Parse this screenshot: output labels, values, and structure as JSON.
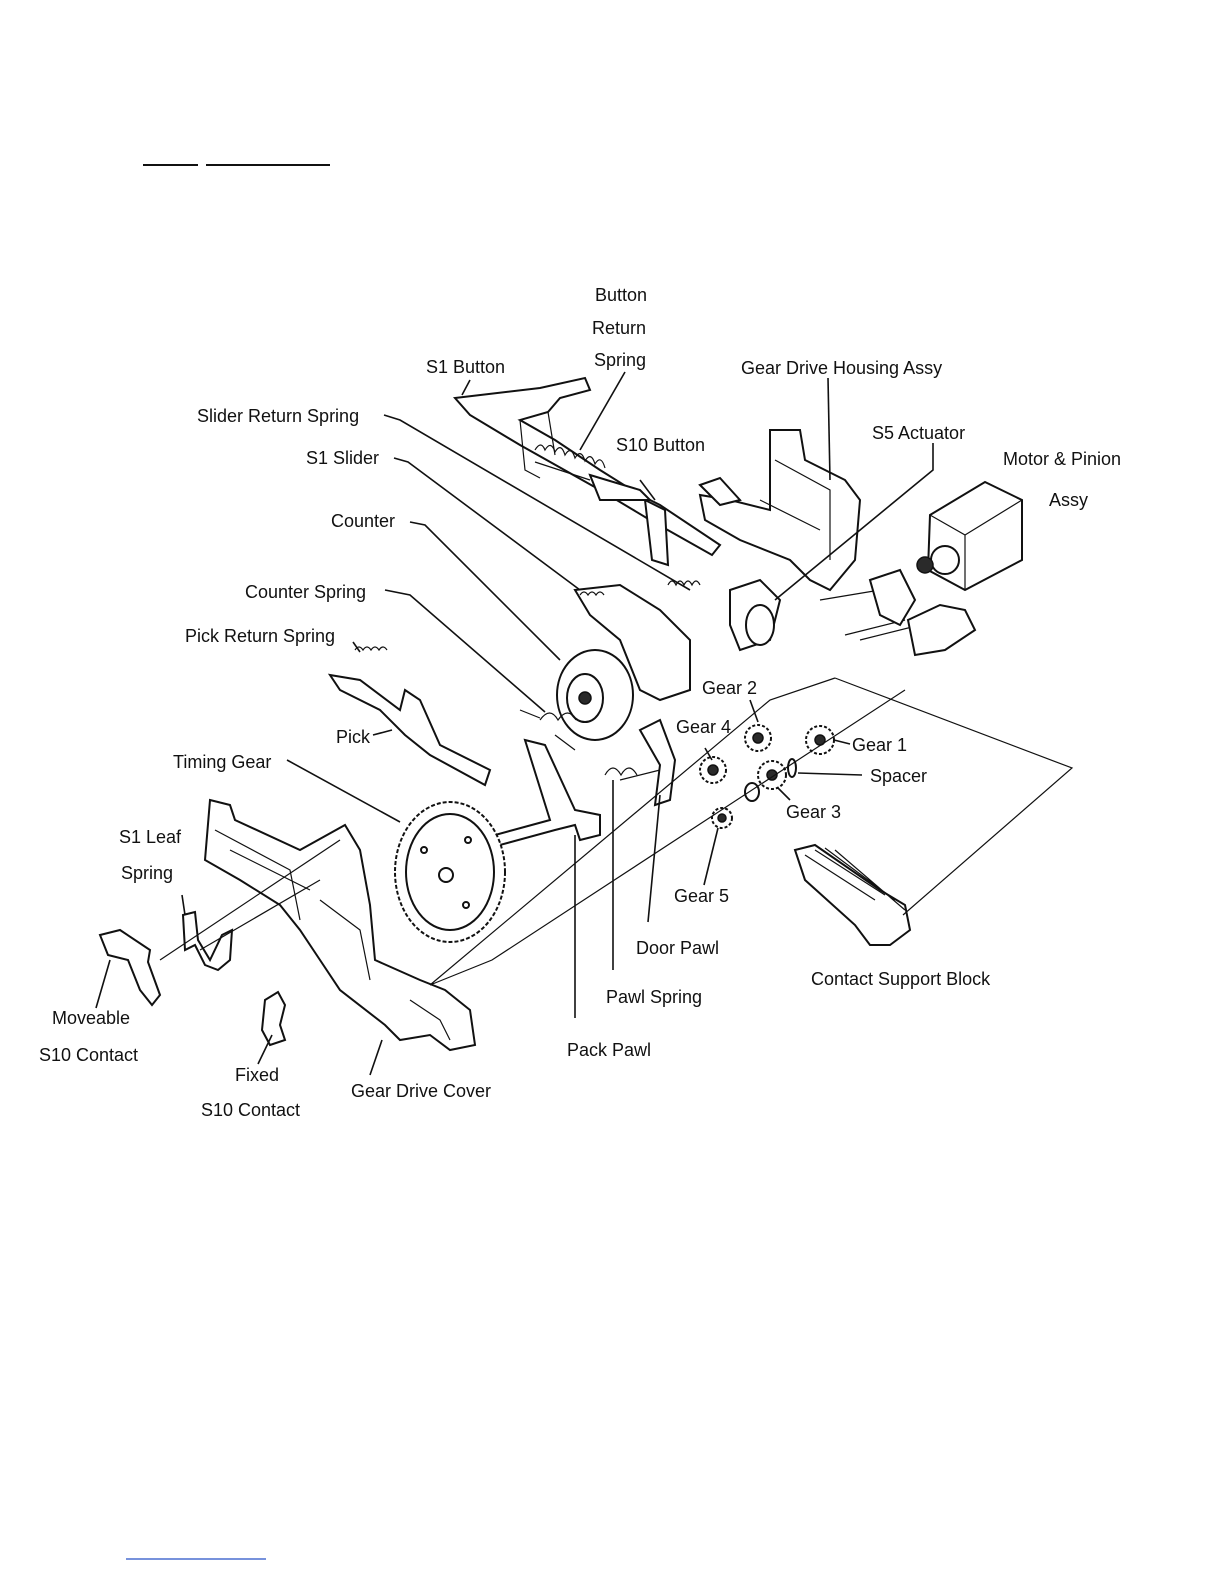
{
  "labels": {
    "button_return_spring_1": "Button",
    "button_return_spring_2": "Return",
    "button_return_spring_3": "Spring",
    "s1_button": "S1 Button",
    "gear_drive_housing_assy": "Gear Drive Housing Assy",
    "slider_return_spring": "Slider Return Spring",
    "s1_slider": "S1 Slider",
    "s10_button": "S10 Button",
    "s5_actuator": "S5 Actuator",
    "motor_pinion_1": "Motor & Pinion",
    "motor_pinion_2": "Assy",
    "counter": "Counter",
    "counter_spring": "Counter Spring",
    "pick_return_spring": "Pick Return Spring",
    "gear_2": "Gear 2",
    "gear_4": "Gear 4",
    "gear_1": "Gear 1",
    "spacer": "Spacer",
    "pick": "Pick",
    "timing_gear": "Timing Gear",
    "gear_3": "Gear 3",
    "s1_leaf_spring_1": "S1 Leaf",
    "s1_leaf_spring_2": "Spring",
    "gear_5": "Gear 5",
    "door_pawl": "Door Pawl",
    "contact_support_block": "Contact Support Block",
    "pawl_spring": "Pawl Spring",
    "moveable_s10_1": "Moveable",
    "moveable_s10_2": "S10 Contact",
    "pack_pawl": "Pack Pawl",
    "fixed_s10_1": "Fixed",
    "fixed_s10_2": "S10 Contact",
    "gear_drive_cover": "Gear Drive Cover"
  }
}
